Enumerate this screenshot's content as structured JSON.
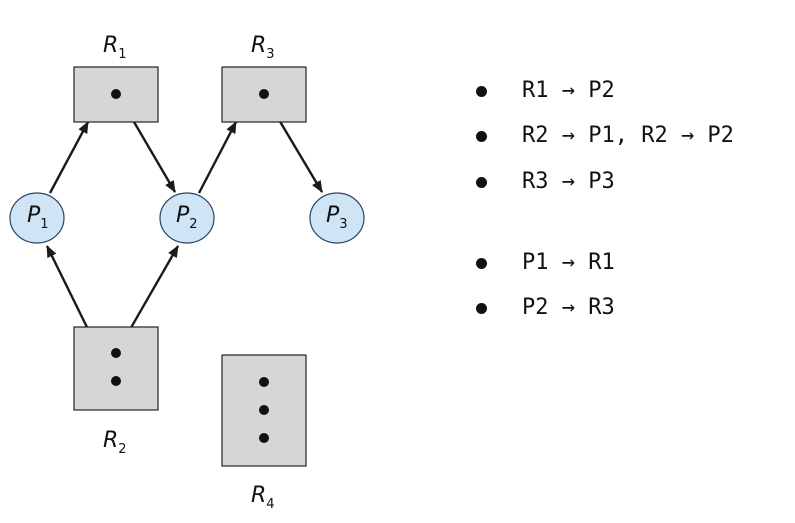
{
  "graph": {
    "resources": [
      {
        "id": "R1",
        "label_base": "R",
        "label_sub": "1",
        "instances": 1
      },
      {
        "id": "R2",
        "label_base": "R",
        "label_sub": "2",
        "instances": 2
      },
      {
        "id": "R3",
        "label_base": "R",
        "label_sub": "3",
        "instances": 1
      },
      {
        "id": "R4",
        "label_base": "R",
        "label_sub": "4",
        "instances": 3
      }
    ],
    "processes": [
      {
        "id": "P1",
        "label_base": "P",
        "label_sub": "1"
      },
      {
        "id": "P2",
        "label_base": "P",
        "label_sub": "2"
      },
      {
        "id": "P3",
        "label_base": "P",
        "label_sub": "3"
      }
    ],
    "edges": [
      {
        "from": "P1",
        "to": "R1"
      },
      {
        "from": "R1",
        "to": "P2"
      },
      {
        "from": "P2",
        "to": "R3"
      },
      {
        "from": "R3",
        "to": "P3"
      },
      {
        "from": "R2",
        "to": "P1"
      },
      {
        "from": "R2",
        "to": "P2"
      }
    ],
    "colors": {
      "resource_fill": "#d6d6d6",
      "process_fill": "#cfe4f5",
      "edge": "#1a1a1a"
    }
  },
  "edge_list": {
    "assignment": [
      "R1 → P2",
      "R2 → P1, R2 → P2",
      "R3 → P3"
    ],
    "request": [
      "P1 → R1",
      "P2 → R3"
    ]
  }
}
